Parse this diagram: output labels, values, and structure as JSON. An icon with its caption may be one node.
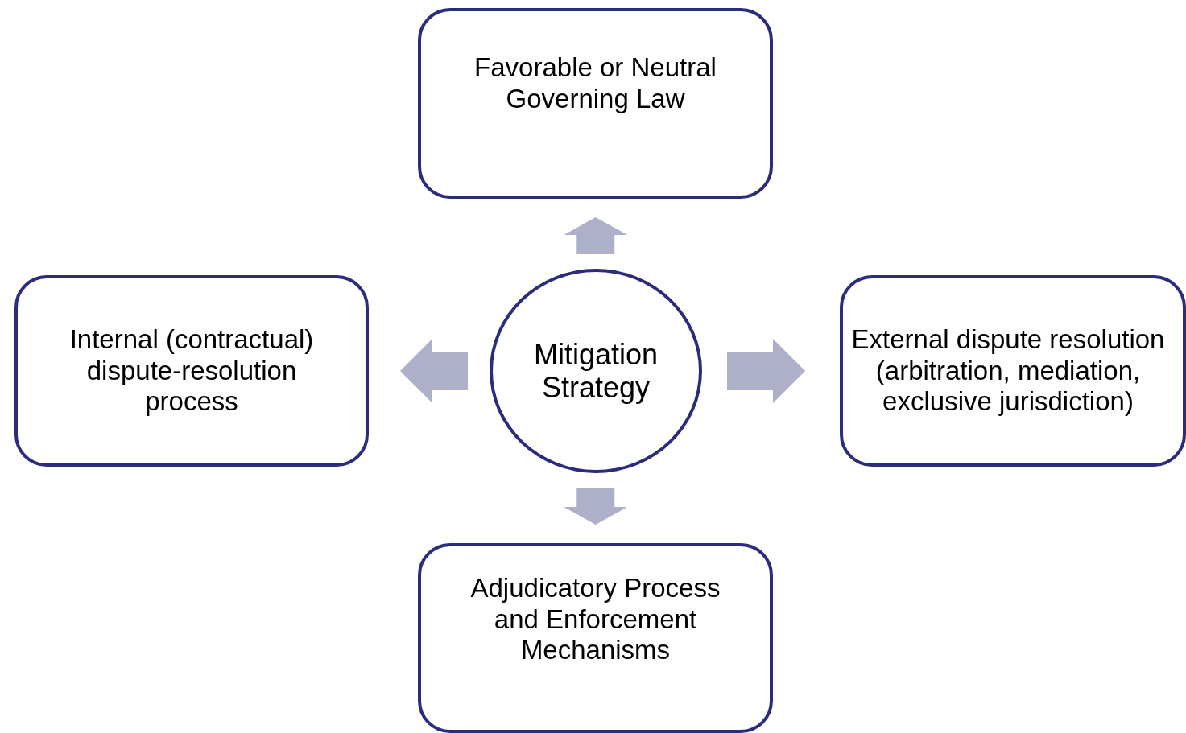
{
  "diagram": {
    "nodes": [
      {
        "text": [
          "Favorable or Neutral Governing Law"
        ]
      },
      {
        "text": [
          "Internal (contractual) dispute-resolution process"
        ]
      },
      {
        "text": [
          "Mitigation Strategy"
        ]
      },
      {
        "text": [
          "External dispute resolution (arbitration, mediation, exclusive jurisdiction)"
        ]
      },
      {
        "text": [
          "Adjudicatory Process and Enforcement Mechanisms"
        ]
      }
    ],
    "edges": [
      {
        "from": 2,
        "to": 0,
        "arrow": "to"
      },
      {
        "from": 2,
        "to": 1,
        "arrow": "to"
      },
      {
        "from": 2,
        "to": 3,
        "arrow": "to"
      },
      {
        "from": 2,
        "to": 4,
        "arrow": "to"
      }
    ]
  }
}
